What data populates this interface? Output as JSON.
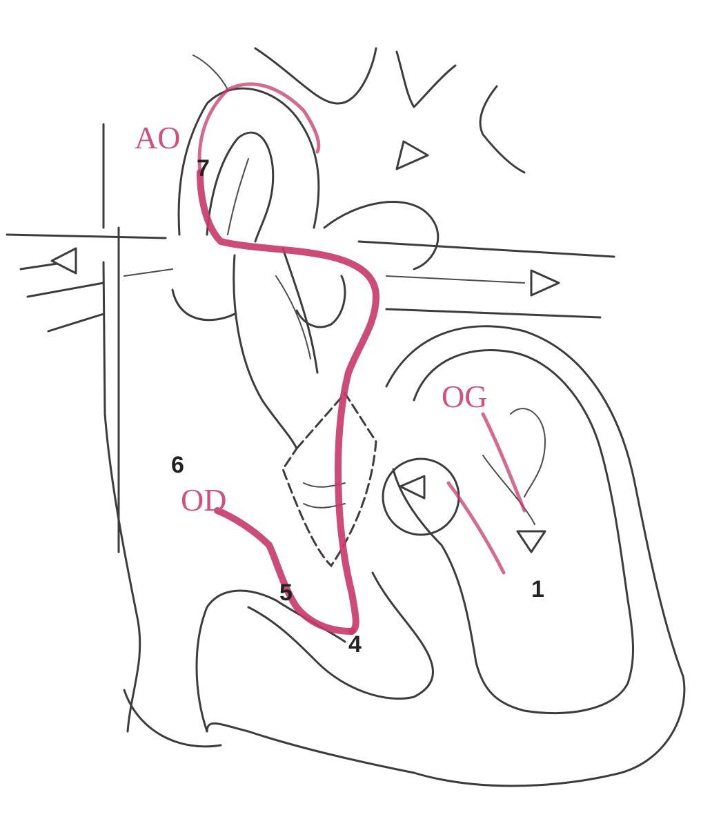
{
  "labels": {
    "aorta": "AO",
    "right_atrium": "OD",
    "left_atrium": "OG",
    "marker_6": "6",
    "marker_4": "4",
    "marker_1": "1",
    "marker_7": "7",
    "marker_5": "5"
  },
  "colors": {
    "flow": "#c8376a",
    "outline": "#3c3c3c",
    "label_red": "#d0517a"
  }
}
